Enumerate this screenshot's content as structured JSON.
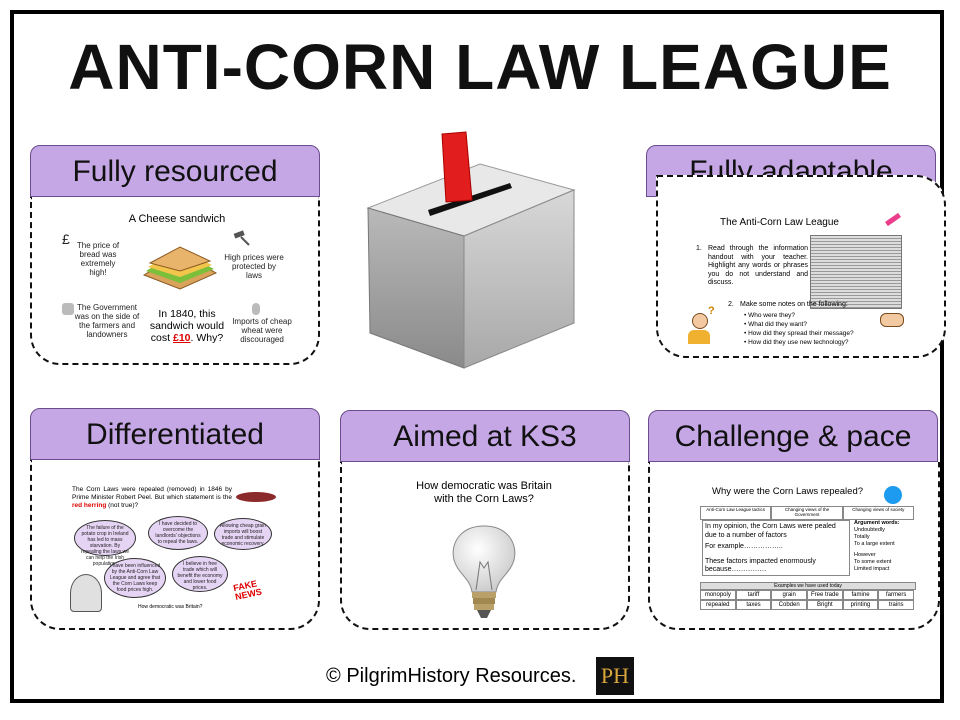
{
  "title": "ANTI-CORN LAW LEAGUE",
  "cards": {
    "resourced": {
      "heading": "Fully resourced",
      "thumb_title": "A Cheese sandwich",
      "note_price": "The price of bread was extremely high!",
      "note_protected": "High prices were protected by laws",
      "note_government": "The Government was on the side of the farmers and landowners",
      "note_imports": "Imports of cheap wheat were discouraged",
      "main_text_pre": "In 1840, this sandwich would cost ",
      "main_price": "£10",
      "main_text_post": ". Why?"
    },
    "adaptable": {
      "heading": "Fully adaptable",
      "thumb_title": "The Anti-Corn Law League",
      "step1_num": "1.",
      "step1": "Read through the information handout with your teacher. Highlight any words or phrases you do not understand and discuss.",
      "step2_num": "2.",
      "step2": "Make some notes on the following:",
      "bullets": [
        "Who were they?",
        "What did they want?",
        "How did they spread their message?",
        "How did they use new technology?"
      ]
    },
    "differentiated": {
      "heading": "Differentiated",
      "intro_pre": "The Corn Laws were repealed (removed) in 1846 by Prime Minister Robert Peel. But which statement is the ",
      "intro_red": "red herring",
      "intro_post": " (not true)?",
      "bubble1": "The failure of the potato crop in Ireland has led to mass starvation. By repealing the laws we can help the Irish population.",
      "bubble2": "I have decided to overcome the landlords' objections to repeal the laws.",
      "bubble3": "Allowing cheap grain imports will boost trade and stimulate economic recovery.",
      "bubble4": "I have been influenced by the Anti-Corn Law League and agree that the Corn Laws keep food prices high.",
      "bubble5": "I believe in free trade which will benefit the economy and lower food prices.",
      "fake_news": "FAKE NEWS",
      "caption": "How democratic was Britain?"
    },
    "ks3": {
      "heading": "Aimed at KS3",
      "question": "How democratic was Britain with the Corn Laws?"
    },
    "challenge": {
      "heading": "Challenge & pace",
      "thumb_title": "Why were the Corn Laws repealed?",
      "col1": "Anti-Corn Law League tactics",
      "col2": "Changing views of the Government",
      "col3": "Changing views of society",
      "paragraph1": "In my opinion, the Corn Laws were pealed due to a number of factors",
      "paragraph2": "For example……………..",
      "paragraph3": "These factors impacted enormously because……………",
      "argument_title": "Argument words:",
      "argument_words": [
        "Undoubtedly",
        "Totally",
        "To a large extent",
        "",
        "However",
        "To some extent",
        "Limited impact"
      ],
      "examples_title": "Examples we have used today",
      "examples_row1": [
        "monopoly",
        "tariff",
        "grain",
        "Free trade",
        "famine",
        "farmers"
      ],
      "examples_row2": [
        "repealed",
        "taxes",
        "Cobden",
        "Bright",
        "printing",
        "trains"
      ]
    }
  },
  "footer": {
    "copyright": "© PilgrimHistory Resources.",
    "logo": "PH"
  },
  "colors": {
    "header_fill": "#c6a7e6",
    "ballot_red": "#e11d1d"
  }
}
